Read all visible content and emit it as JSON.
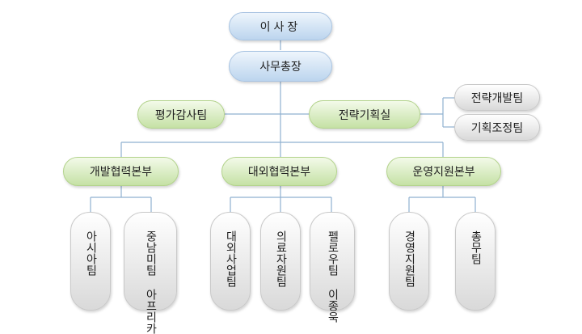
{
  "chairman": "이사장",
  "secretary_general": "사무총장",
  "audit_team": "평가감사팀",
  "strategy_office": "전략기획실",
  "strategy_sub": [
    "전략개발팀",
    "기획조정팀"
  ],
  "divisions": [
    {
      "name": "개발협력본부",
      "teams": [
        [
          "아시아팀"
        ],
        [
          "아프리카",
          "중남미팀"
        ]
      ]
    },
    {
      "name": "대외협력본부",
      "teams": [
        [
          "대외사업팀"
        ],
        [
          "의료자원팀"
        ],
        [
          "이종욱",
          "펠로우팀"
        ]
      ]
    },
    {
      "name": "운영지원본부",
      "teams": [
        [
          "경영지원팀"
        ],
        [
          "총무팀"
        ]
      ]
    }
  ]
}
